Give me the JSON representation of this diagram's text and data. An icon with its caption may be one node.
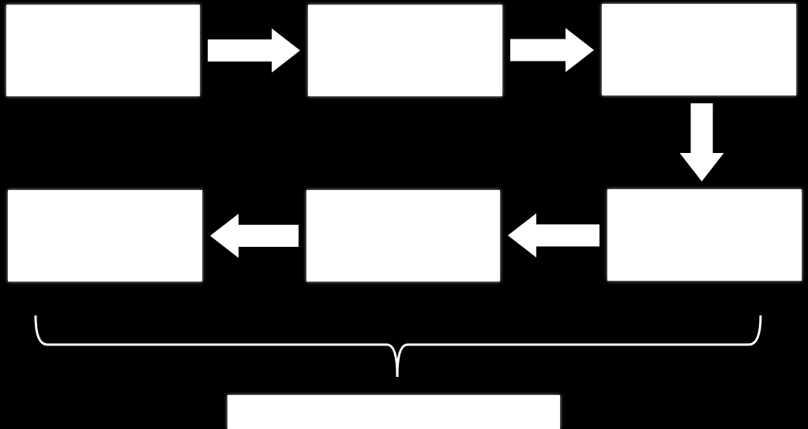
{
  "diagram": {
    "nodes": [
      {
        "text": [],
        "shape": "box"
      },
      {
        "text": [],
        "shape": "box"
      },
      {
        "text": [],
        "shape": "box"
      },
      {
        "text": [],
        "shape": "box"
      },
      {
        "text": [],
        "shape": "box"
      },
      {
        "text": [],
        "shape": "box"
      },
      {
        "text": [],
        "shape": "box"
      }
    ],
    "edges": [
      {
        "from": 0,
        "to": 1,
        "arrow": "to"
      },
      {
        "from": 1,
        "to": 2,
        "arrow": "to"
      },
      {
        "from": 2,
        "to": 5,
        "arrow": "to"
      },
      {
        "from": 5,
        "to": 4,
        "arrow": "to"
      },
      {
        "from": 4,
        "to": 3,
        "arrow": "to"
      }
    ]
  }
}
